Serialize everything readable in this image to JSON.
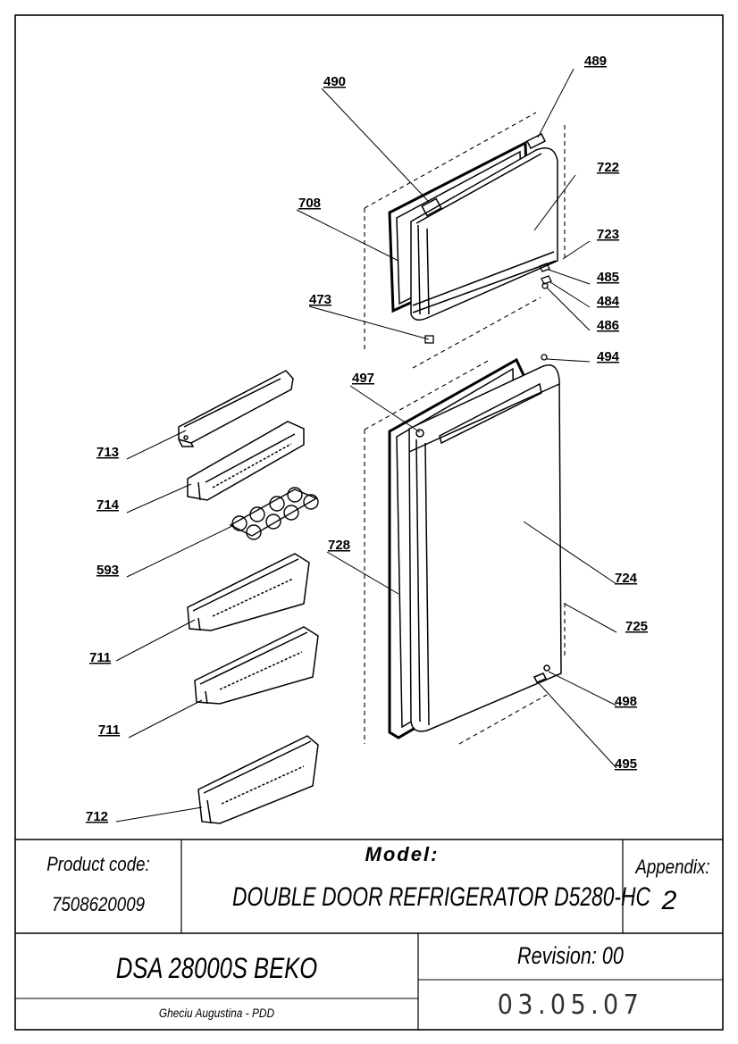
{
  "callouts": [
    {
      "id": "c489",
      "label": "489"
    },
    {
      "id": "c490",
      "label": "490"
    },
    {
      "id": "c722",
      "label": "722"
    },
    {
      "id": "c708",
      "label": "708"
    },
    {
      "id": "c723",
      "label": "723"
    },
    {
      "id": "c485",
      "label": "485"
    },
    {
      "id": "c484",
      "label": "484"
    },
    {
      "id": "c473",
      "label": "473"
    },
    {
      "id": "c486",
      "label": "486"
    },
    {
      "id": "c494",
      "label": "494"
    },
    {
      "id": "c497",
      "label": "497"
    },
    {
      "id": "c713",
      "label": "713"
    },
    {
      "id": "c714",
      "label": "714"
    },
    {
      "id": "c593",
      "label": "593"
    },
    {
      "id": "c728",
      "label": "728"
    },
    {
      "id": "c724",
      "label": "724"
    },
    {
      "id": "c725",
      "label": "725"
    },
    {
      "id": "c711a",
      "label": "711"
    },
    {
      "id": "c711b",
      "label": "711"
    },
    {
      "id": "c498",
      "label": "498"
    },
    {
      "id": "c495",
      "label": "495"
    },
    {
      "id": "c712",
      "label": "712"
    }
  ],
  "title_block": {
    "product_code_label": "Product code:",
    "product_code": "7508620009",
    "model_label": "Model:",
    "model": "DOUBLE DOOR REFRIGERATOR D5280-HC",
    "appendix_label": "Appendix:",
    "appendix": "2",
    "model_code": "DSA 28000S BEKO",
    "revision": "Revision: 00",
    "author": "Gheciu Augustina - PDD",
    "date": "03.05.07"
  }
}
